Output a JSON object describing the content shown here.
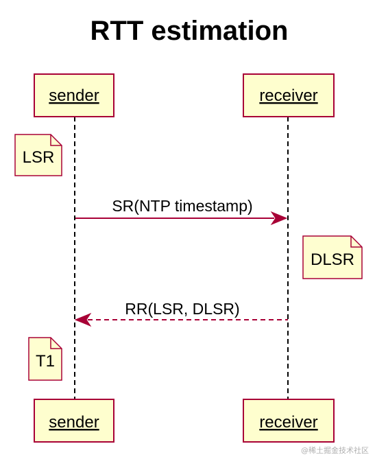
{
  "title": "RTT estimation",
  "participants": {
    "sender": "sender",
    "receiver": "receiver"
  },
  "notes": {
    "lsr": "LSR",
    "dlsr": "DLSR",
    "t1": "T1"
  },
  "messages": {
    "sr": "SR(NTP timestamp)",
    "rr": "RR(LSR, DLSR)"
  },
  "watermark": "@稀土掘金技术社区",
  "colors": {
    "participant_fill": "#fefece",
    "border": "#a80036",
    "arrow": "#a80036",
    "note_fill": "#fbfb77",
    "text": "#000000"
  }
}
